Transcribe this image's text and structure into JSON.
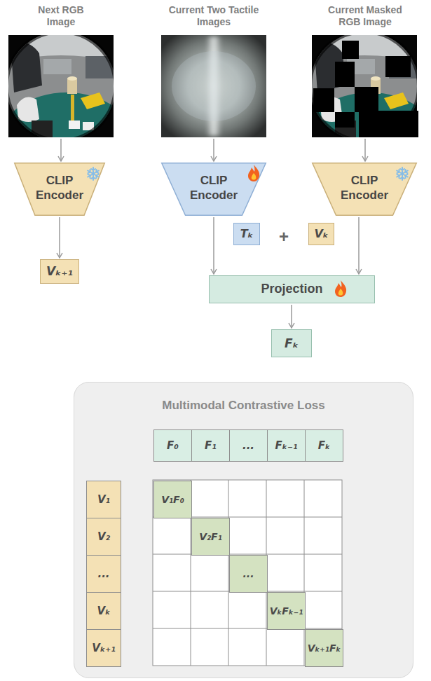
{
  "diagram": {
    "nodes": [
      {
        "text": [
          "Next RGB Image"
        ]
      },
      {
        "text": [
          "Current Two Tactile Images"
        ]
      },
      {
        "text": [
          "Current Masked RGB Image"
        ]
      },
      {
        "text": [
          "CLIP Encoder"
        ]
      },
      {
        "text": [
          "CLIP Encoder"
        ]
      },
      {
        "text": [
          "CLIP Encoder"
        ]
      },
      {
        "text": [
          "Vₖ₊₁"
        ]
      },
      {
        "text": [
          "Tₖ"
        ]
      },
      {
        "text": [
          "Vₖ"
        ]
      },
      {
        "text": [
          "Projection"
        ]
      },
      {
        "text": [
          "Fₖ"
        ]
      },
      {
        "text": [
          "Multimodal Contrastive Loss"
        ]
      },
      {
        "text": [
          "F₀"
        ],
        "in": 11
      },
      {
        "text": [
          "F₁"
        ],
        "in": 11
      },
      {
        "text": [
          "..."
        ],
        "in": 11
      },
      {
        "text": [
          "Fₖ₋₁"
        ],
        "in": 11
      },
      {
        "text": [
          "Fₖ"
        ],
        "in": 11
      },
      {
        "text": [
          "V₁"
        ],
        "in": 11
      },
      {
        "text": [
          "V₂"
        ],
        "in": 11
      },
      {
        "text": [
          "..."
        ],
        "in": 11
      },
      {
        "text": [
          "Vₖ"
        ],
        "in": 11
      },
      {
        "text": [
          "Vₖ₊₁"
        ],
        "in": 11
      },
      {
        "text": [
          "V₁F₀"
        ],
        "in": 11
      },
      {
        "text": [
          "V₂F₁"
        ],
        "in": 11
      },
      {
        "text": [
          "..."
        ],
        "in": 11
      },
      {
        "text": [
          "VₖFₖ₋₁"
        ],
        "in": 11
      },
      {
        "text": [
          "Vₖ₊₁Fₖ"
        ],
        "in": 11
      }
    ],
    "edges": [
      {
        "from": 0,
        "to": 3,
        "arrow": "to"
      },
      {
        "from": 1,
        "to": 4,
        "arrow": "to"
      },
      {
        "from": 2,
        "to": 5,
        "arrow": "to"
      },
      {
        "from": 3,
        "to": 6,
        "arrow": "to"
      },
      {
        "from": 4,
        "to": 9,
        "arrow": "to"
      },
      {
        "from": 5,
        "to": 9,
        "arrow": "to"
      },
      {
        "from": 9,
        "to": 10,
        "arrow": "to"
      }
    ],
    "labels": [
      "+"
    ]
  }
}
